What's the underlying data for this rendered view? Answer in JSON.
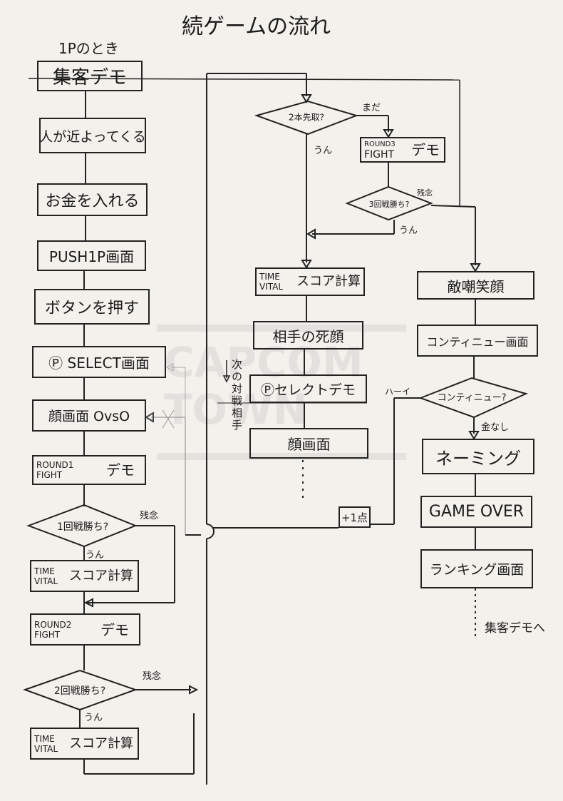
{
  "title": "続ゲームの流れ",
  "subtitle": "1Pのとき",
  "watermark": "CAPCOM TOWN",
  "left_column": {
    "b1": "集客デモ",
    "b2": "人が近よってくる",
    "b3": "お金を入れる",
    "b4": "PUSH1P画面",
    "b5": "ボタンを押す",
    "b6": "Ⓟ SELECT画面",
    "b7": "顔画面 OvsO",
    "b8": {
      "line1": "ROUND1",
      "line2": "FIGHT",
      "big": "デモ"
    },
    "d1": "1回戦勝ち?",
    "d1_no": "残念",
    "d1_yes": "うん",
    "b9": {
      "line1": "TIME",
      "line2": "VITAL",
      "big": "スコア計算"
    },
    "b10": {
      "line1": "ROUND2",
      "line2": "FIGHT",
      "big": "デモ"
    },
    "d2": "2回戦勝ち?",
    "d2_no": "残念",
    "d2_yes": "うん",
    "b11": {
      "line1": "TIME",
      "line2": "VITAL",
      "big": "スコア計算"
    }
  },
  "middle_column": {
    "d3": "2本先取?",
    "d3_no": "まだ",
    "d3_yes": "うん",
    "b12": {
      "line1": "ROUND3",
      "line2": "FIGHT",
      "big": "デモ"
    },
    "d4": "3回戦勝ち?",
    "d4_no": "残念",
    "d4_yes": "うん",
    "b13": {
      "line1": "TIME",
      "line2": "VITAL",
      "big": "スコア計算"
    },
    "b14": "相手の死顔",
    "b15": "Ⓟセレクトデモ",
    "b16": "顔画面",
    "next_opponent": "次の対戦相手",
    "plus_point": "+1点"
  },
  "right_column": {
    "b17": "敵嘲笑顔",
    "b18": "コンティニュー画面",
    "d5": "コンティニュー?",
    "d5_yes": "ハーイ",
    "d5_no": "金なし",
    "b19": "ネーミング",
    "b20": "GAME OVER",
    "b21": "ランキング画面",
    "to_demo": "集客デモへ"
  }
}
